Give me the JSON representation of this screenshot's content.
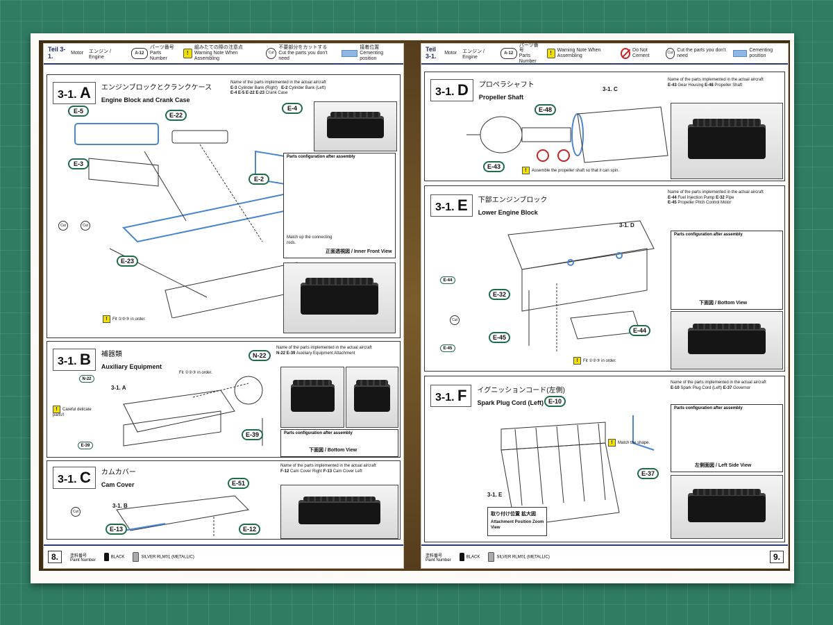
{
  "colors": {
    "mat": "#2f7c63",
    "frame": "#5b4220",
    "accent_blue": "#2a3a7a",
    "badge_green": "#1f6b4a",
    "cement_blue": "#8fb7e3",
    "warn_yellow": "#f2e000"
  },
  "left_page": {
    "header": {
      "teil": "Teil 3-1.",
      "teil_sub": "Motor",
      "teil_jp": "エンジン / Engine",
      "part_num_code": "A-12",
      "part_num_jp": "パーツ番号",
      "part_num_en": "Parts Number",
      "warn_jp": "組みたての際の注意点",
      "warn_en": "Warning Note When Assembling",
      "cut_jp": "不要部分をカットする",
      "cut_en": "Cut the parts you don't need",
      "cem_jp": "接着位置",
      "cem_en": "Cementing position"
    },
    "sec_a": {
      "num": "3-1.",
      "letter": "A",
      "jp": "エンジンブロックとクランクケース",
      "en": "Engine Block and Crank Case",
      "actual_title": "Name of the parts implemented in the actual aircraft",
      "legend": [
        {
          "code": "E-3",
          "name": "Cylinder Bank (Right)"
        },
        {
          "code": "E-2",
          "name": "Cylinder Bank (Left)"
        },
        {
          "code": "E-4 E-5 E-22 E-23",
          "name": "Crank Case"
        }
      ],
      "badges": [
        "E-5",
        "E-22",
        "E-4",
        "E-3",
        "E-2",
        "E-23"
      ],
      "config_title": "Parts configuration after assembly",
      "match_note": "Match up the connecting rods.",
      "view_caption": "正面透視図 / Inner Front View",
      "fit_note": "Fit ①②③ in order."
    },
    "sec_b": {
      "num": "3-1.",
      "letter": "B",
      "jp": "補器類",
      "en": "Auxiliary Equipment",
      "actual_title": "Name of the parts implemented in the actual aircraft",
      "legend": [
        {
          "code": "N-22",
          "name": ""
        },
        {
          "code": "E-39",
          "name": "Auxiliary Equipment Attachment"
        }
      ],
      "badges": [
        "N-22",
        "E-39"
      ],
      "ref": "3-1. A",
      "careful": "Careful delicate parts!!",
      "config_title": "Parts configuration after assembly",
      "view_caption": "下面図 / Bottom View",
      "fit_note": "Fit ①②③ in order."
    },
    "sec_c": {
      "num": "3-1.",
      "letter": "C",
      "jp": "カムカバー",
      "en": "Cam Cover",
      "actual_title": "Name of the parts implemented in the actual aircraft",
      "legend": [
        {
          "code": "F-12",
          "name": "Cam Cover Right"
        },
        {
          "code": "F-13",
          "name": "Cam Cover Left"
        }
      ],
      "badges": [
        "E-51",
        "E-13",
        "E-12"
      ],
      "ref": "3-1. B"
    },
    "footer": {
      "page": "8.",
      "paint_jp": "塗料番号",
      "paint_en": "Paint Number",
      "paint1": "BLACK",
      "paint2": "SILVER RLM01 (METALLIC)"
    }
  },
  "right_page": {
    "header": {
      "teil": "Teil 3-1.",
      "teil_sub": "Motor",
      "teil_jp": "エンジン / Engine",
      "part_num_code": "A-12",
      "part_num_jp": "パーツ番号",
      "part_num_en": "Parts Number",
      "warn_en": "Warning Note When Assembling",
      "noc_en": "Do Not Cement",
      "cut_en": "Cut the parts you don't need",
      "cem_en": "Cementing position"
    },
    "sec_d": {
      "num": "3-1.",
      "letter": "D",
      "jp": "プロペラシャフト",
      "en": "Propeller Shaft",
      "actual_title": "Name of the parts implemented in the actual aircraft",
      "legend": [
        {
          "code": "E-43",
          "name": "Gear Housing"
        },
        {
          "code": "E-48",
          "name": "Propeller Shaft"
        }
      ],
      "badges": [
        "E-48",
        "E-43"
      ],
      "ref": "3-1. C",
      "note": "Assemble the propeller shaft so that it can spin."
    },
    "sec_e": {
      "num": "3-1.",
      "letter": "E",
      "jp": "下部エンジンブロック",
      "en": "Lower Engine Block",
      "actual_title": "Name of the parts implemented in the actual aircraft",
      "legend": [
        {
          "code": "E-44",
          "name": "Fuel Injection Pump"
        },
        {
          "code": "E-32",
          "name": "Pipe"
        },
        {
          "code": "E-45",
          "name": "Propeller Pitch Control Motor"
        }
      ],
      "badges": [
        "E-32",
        "E-45",
        "E-44"
      ],
      "ref": "3-1. D",
      "config_title": "Parts configuration after assembly",
      "view_caption": "下面図 / Bottom View",
      "fit_note": "Fit ①②③ in order."
    },
    "sec_f": {
      "num": "3-1.",
      "letter": "F",
      "jp": "イグニッションコード(左側)",
      "en": "Spark Plug Cord (Left)",
      "actual_title": "Name of the parts implemented in the actual aircraft",
      "legend": [
        {
          "code": "E-10",
          "name": "Spark Plug Cord (Left)"
        },
        {
          "code": "E-37",
          "name": "Governor"
        }
      ],
      "badges": [
        "E-10",
        "E-37"
      ],
      "ref": "3-1. E",
      "match_shape": "Match the shape.",
      "config_title": "Parts configuration after assembly",
      "view_caption": "左側面図 / Left Side View",
      "zoom_jp": "取り付け位置 拡大図",
      "zoom_en": "Attachment Position Zoom View"
    },
    "footer": {
      "page": "9.",
      "paint_jp": "塗料番号",
      "paint_en": "Paint Number",
      "paint1": "BLACK",
      "paint2": "SILVER RLM01 (METALLIC)"
    }
  }
}
